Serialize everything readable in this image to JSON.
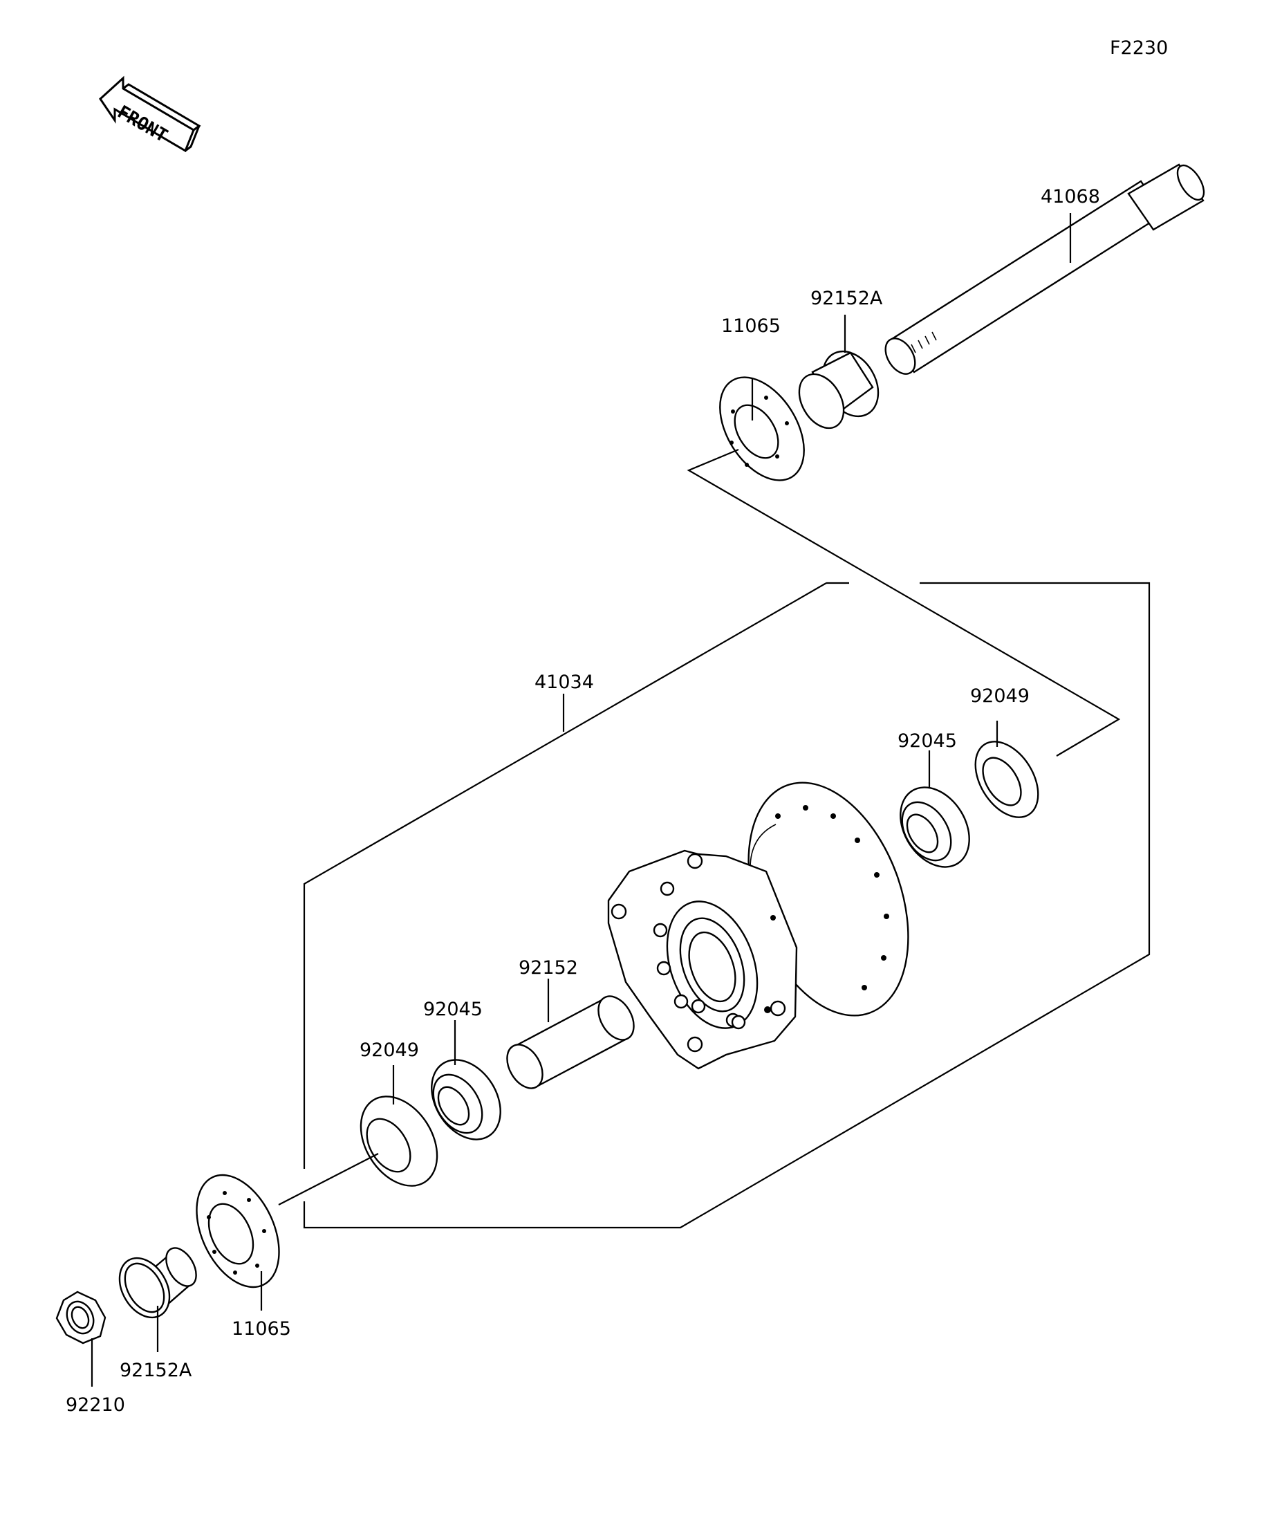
{
  "figure_code": "F2230",
  "front_arrow_text": "FRONT",
  "callouts": {
    "axle": "41068",
    "collar_right_upper": "92152A",
    "cover_right_upper": "11065",
    "hub_assembly": "41034",
    "seal_right": "92049",
    "bearing_right": "92045",
    "spacer": "92152",
    "bearing_left": "92045",
    "seal_left": "92049",
    "cover_left_lower": "11065",
    "collar_left_lower": "92152A",
    "axle_nut": "92210"
  }
}
